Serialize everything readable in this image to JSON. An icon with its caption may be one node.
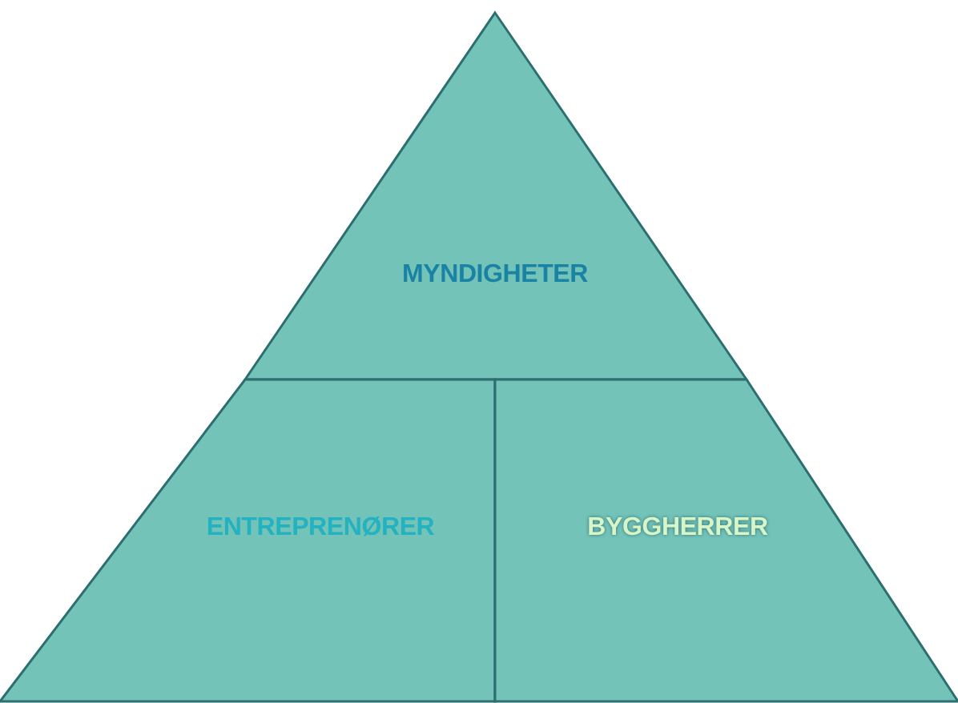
{
  "diagram": {
    "nodes": [
      {
        "text": [
          "MYNDIGHETER"
        ]
      },
      {
        "text": [
          "ENTREPRENØRER"
        ]
      },
      {
        "text": [
          "BYGGHERRER"
        ]
      }
    ]
  }
}
